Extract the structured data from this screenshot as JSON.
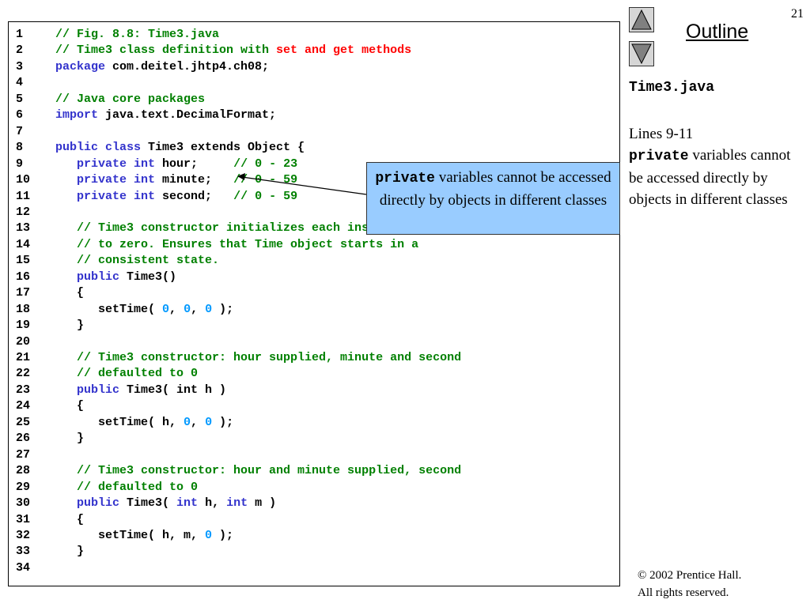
{
  "slide": {
    "page_number": "21",
    "outline_label": "Outline"
  },
  "navigation": {
    "up_icon": "triangle-up-icon",
    "down_icon": "triangle-down-icon"
  },
  "sidebar": {
    "file_title": "Time3.java",
    "lines_label": "Lines 9-11",
    "note_keyword": "private",
    "note_rest": " variables cannot be accessed directly by objects in different classes"
  },
  "callout": {
    "keyword": "private",
    "text": " variables cannot be accessed directly by objects in different classes"
  },
  "copyright": {
    "line1": "© 2002 Prentice Hall.",
    "line2": "All rights reserved."
  },
  "colors": {
    "keyword": "#3333cc",
    "comment": "#008000",
    "highlight": "#ff0000",
    "number": "#0099ff",
    "callout_bg": "#99ccff"
  },
  "code": [
    {
      "n": "1",
      "t": [
        {
          "s": "// Fig. 8.8: Time3.java",
          "c": "cm"
        }
      ]
    },
    {
      "n": "2",
      "t": [
        {
          "s": "// Time3 class definition with ",
          "c": "cm"
        },
        {
          "s": "set and get methods",
          "c": "hl"
        }
      ]
    },
    {
      "n": "3",
      "t": [
        {
          "s": "package",
          "c": "kw"
        },
        {
          "s": " com.deitel.jhtp4.ch08;",
          "c": "tx"
        }
      ]
    },
    {
      "n": "4",
      "t": []
    },
    {
      "n": "5",
      "t": [
        {
          "s": "// Java core packages",
          "c": "cm"
        }
      ]
    },
    {
      "n": "6",
      "t": [
        {
          "s": "import",
          "c": "kw"
        },
        {
          "s": " java.text.DecimalFormat;",
          "c": "tx"
        }
      ]
    },
    {
      "n": "7",
      "t": []
    },
    {
      "n": "8",
      "t": [
        {
          "s": "public class",
          "c": "kw"
        },
        {
          "s": " Time3 extends Object {",
          "c": "tx"
        }
      ]
    },
    {
      "n": "9",
      "t": [
        {
          "s": "   ",
          "c": "tx"
        },
        {
          "s": "private int",
          "c": "kw"
        },
        {
          "s": " hour;     ",
          "c": "tx"
        },
        {
          "s": "// 0 - 23",
          "c": "cm"
        }
      ]
    },
    {
      "n": "10",
      "t": [
        {
          "s": "   ",
          "c": "tx"
        },
        {
          "s": "private int",
          "c": "kw"
        },
        {
          "s": " minute;   ",
          "c": "tx"
        },
        {
          "s": "// 0 - 59",
          "c": "cm"
        }
      ]
    },
    {
      "n": "11",
      "t": [
        {
          "s": "   ",
          "c": "tx"
        },
        {
          "s": "private int",
          "c": "kw"
        },
        {
          "s": " second;   ",
          "c": "tx"
        },
        {
          "s": "// 0 - 59",
          "c": "cm"
        }
      ]
    },
    {
      "n": "12",
      "t": []
    },
    {
      "n": "13",
      "t": [
        {
          "s": "   // Time3 constructor initializes each instance variable",
          "c": "cm"
        }
      ]
    },
    {
      "n": "14",
      "t": [
        {
          "s": "   // to zero. Ensures that Time object starts in a",
          "c": "cm"
        }
      ]
    },
    {
      "n": "15",
      "t": [
        {
          "s": "   // consistent state.",
          "c": "cm"
        }
      ]
    },
    {
      "n": "16",
      "t": [
        {
          "s": "   ",
          "c": "tx"
        },
        {
          "s": "public",
          "c": "kw"
        },
        {
          "s": " Time3()",
          "c": "tx"
        }
      ]
    },
    {
      "n": "17",
      "t": [
        {
          "s": "   {",
          "c": "tx"
        }
      ]
    },
    {
      "n": "18",
      "t": [
        {
          "s": "      setTime( ",
          "c": "tx"
        },
        {
          "s": "0",
          "c": "num"
        },
        {
          "s": ", ",
          "c": "tx"
        },
        {
          "s": "0",
          "c": "num"
        },
        {
          "s": ", ",
          "c": "tx"
        },
        {
          "s": "0",
          "c": "num"
        },
        {
          "s": " );",
          "c": "tx"
        }
      ]
    },
    {
      "n": "19",
      "t": [
        {
          "s": "   }",
          "c": "tx"
        }
      ]
    },
    {
      "n": "20",
      "t": []
    },
    {
      "n": "21",
      "t": [
        {
          "s": "   // Time3 constructor: hour supplied, minute and second",
          "c": "cm"
        }
      ]
    },
    {
      "n": "22",
      "t": [
        {
          "s": "   // defaulted to 0",
          "c": "cm"
        }
      ]
    },
    {
      "n": "23",
      "t": [
        {
          "s": "   ",
          "c": "tx"
        },
        {
          "s": "public",
          "c": "kw"
        },
        {
          "s": " Time3( int h )",
          "c": "tx"
        }
      ]
    },
    {
      "n": "24",
      "t": [
        {
          "s": "   {",
          "c": "tx"
        }
      ]
    },
    {
      "n": "25",
      "t": [
        {
          "s": "      setTime( h, ",
          "c": "tx"
        },
        {
          "s": "0",
          "c": "num"
        },
        {
          "s": ", ",
          "c": "tx"
        },
        {
          "s": "0",
          "c": "num"
        },
        {
          "s": " );",
          "c": "tx"
        }
      ]
    },
    {
      "n": "26",
      "t": [
        {
          "s": "   }",
          "c": "tx"
        }
      ]
    },
    {
      "n": "27",
      "t": []
    },
    {
      "n": "28",
      "t": [
        {
          "s": "   // Time3 constructor: hour and minute supplied, second",
          "c": "cm"
        }
      ]
    },
    {
      "n": "29",
      "t": [
        {
          "s": "   // defaulted to 0",
          "c": "cm"
        }
      ]
    },
    {
      "n": "30",
      "t": [
        {
          "s": "   ",
          "c": "tx"
        },
        {
          "s": "public",
          "c": "kw"
        },
        {
          "s": " Time3( ",
          "c": "tx"
        },
        {
          "s": "int",
          "c": "kw"
        },
        {
          "s": " h, ",
          "c": "tx"
        },
        {
          "s": "int",
          "c": "kw"
        },
        {
          "s": " m )",
          "c": "tx"
        }
      ]
    },
    {
      "n": "31",
      "t": [
        {
          "s": "   {",
          "c": "tx"
        }
      ]
    },
    {
      "n": "32",
      "t": [
        {
          "s": "      setTime( h, m, ",
          "c": "tx"
        },
        {
          "s": "0",
          "c": "num"
        },
        {
          "s": " );",
          "c": "tx"
        }
      ]
    },
    {
      "n": "33",
      "t": [
        {
          "s": "   }",
          "c": "tx"
        }
      ]
    },
    {
      "n": "34",
      "t": []
    }
  ]
}
